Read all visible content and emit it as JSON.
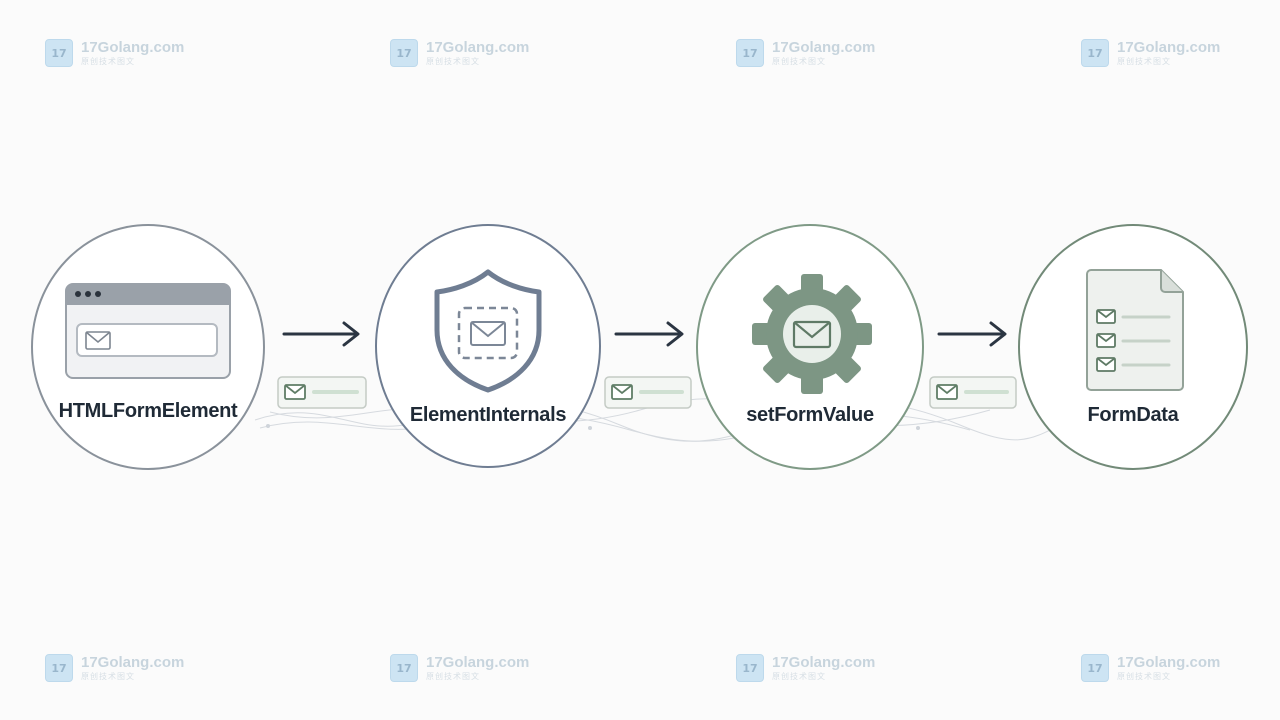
{
  "watermark": {
    "title": "17Golang.com",
    "subtitle": "原创技术图文",
    "logo_text": "17"
  },
  "pipeline": {
    "stages": [
      {
        "label": "HTMLFormElement",
        "icon": "browser-window-icon",
        "stroke": "#8a929b"
      },
      {
        "label": "ElementInternals",
        "icon": "shield-mail-icon",
        "stroke": "#6f7d92"
      },
      {
        "label": "setFormValue",
        "icon": "gear-mail-icon",
        "stroke": "#7f9a86"
      },
      {
        "label": "FormData",
        "icon": "form-document-icon",
        "stroke": "#728a78"
      }
    ],
    "arrow_color": "#2b3542",
    "accent_green": "#6e9577"
  }
}
